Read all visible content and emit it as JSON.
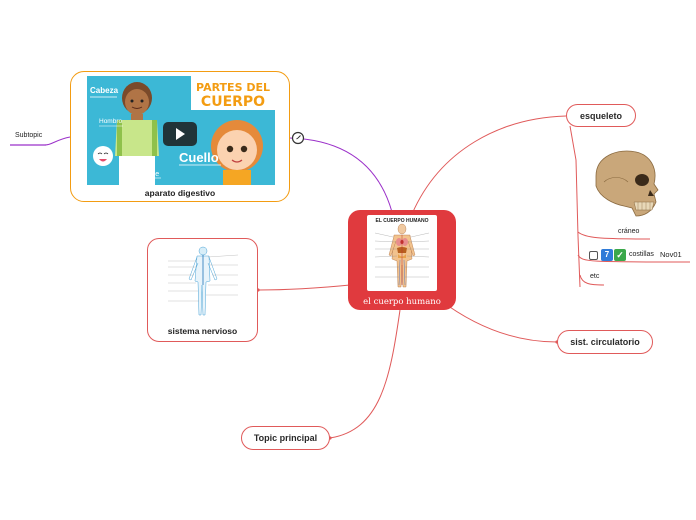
{
  "center": {
    "label": "el cuerpo humano",
    "image_title": "EL CUERPO HUMANO"
  },
  "topics": {
    "esqueleto": "esqueleto",
    "circulatorio": "sist. circulatorio",
    "principal": "Topic principal",
    "nervioso": "sistema nervioso",
    "digestivo": "aparato digestivo"
  },
  "video": {
    "banner_line1": "PARTES DEL",
    "banner_line2": "CUERPO",
    "labels": {
      "cabeza": "Cabeza",
      "hombro": "Hombro",
      "cuello": "Cuello",
      "pie": "Pie"
    }
  },
  "subtopic": "Subtopic",
  "esqueleto_children": {
    "craneo": "cráneo",
    "costillas": {
      "label": "costillas",
      "priority": "7",
      "date": "Nov01"
    },
    "etc": "etc"
  },
  "colors": {
    "red": "#e05a5a",
    "purple": "#9b30c9",
    "orange": "#f39c12",
    "center": "#e03a3e"
  }
}
